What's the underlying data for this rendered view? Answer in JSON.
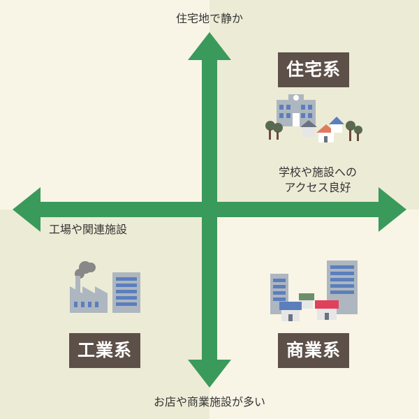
{
  "axes": {
    "top": "住宅地で静か",
    "bottom": "お店や商業施設が多い",
    "left": "工場や関連施設",
    "right_line1": "学校や施設への",
    "right_line2": "アクセス良好"
  },
  "quadrants": {
    "residential": "住宅系",
    "industrial": "工業系",
    "commercial": "商業系"
  },
  "colors": {
    "arrow": "#3a9a5b",
    "badge": "#5d5049"
  },
  "icons": {
    "residential": "houses-and-school-icon",
    "industrial": "factory-icon",
    "commercial": "shops-and-buildings-icon"
  }
}
